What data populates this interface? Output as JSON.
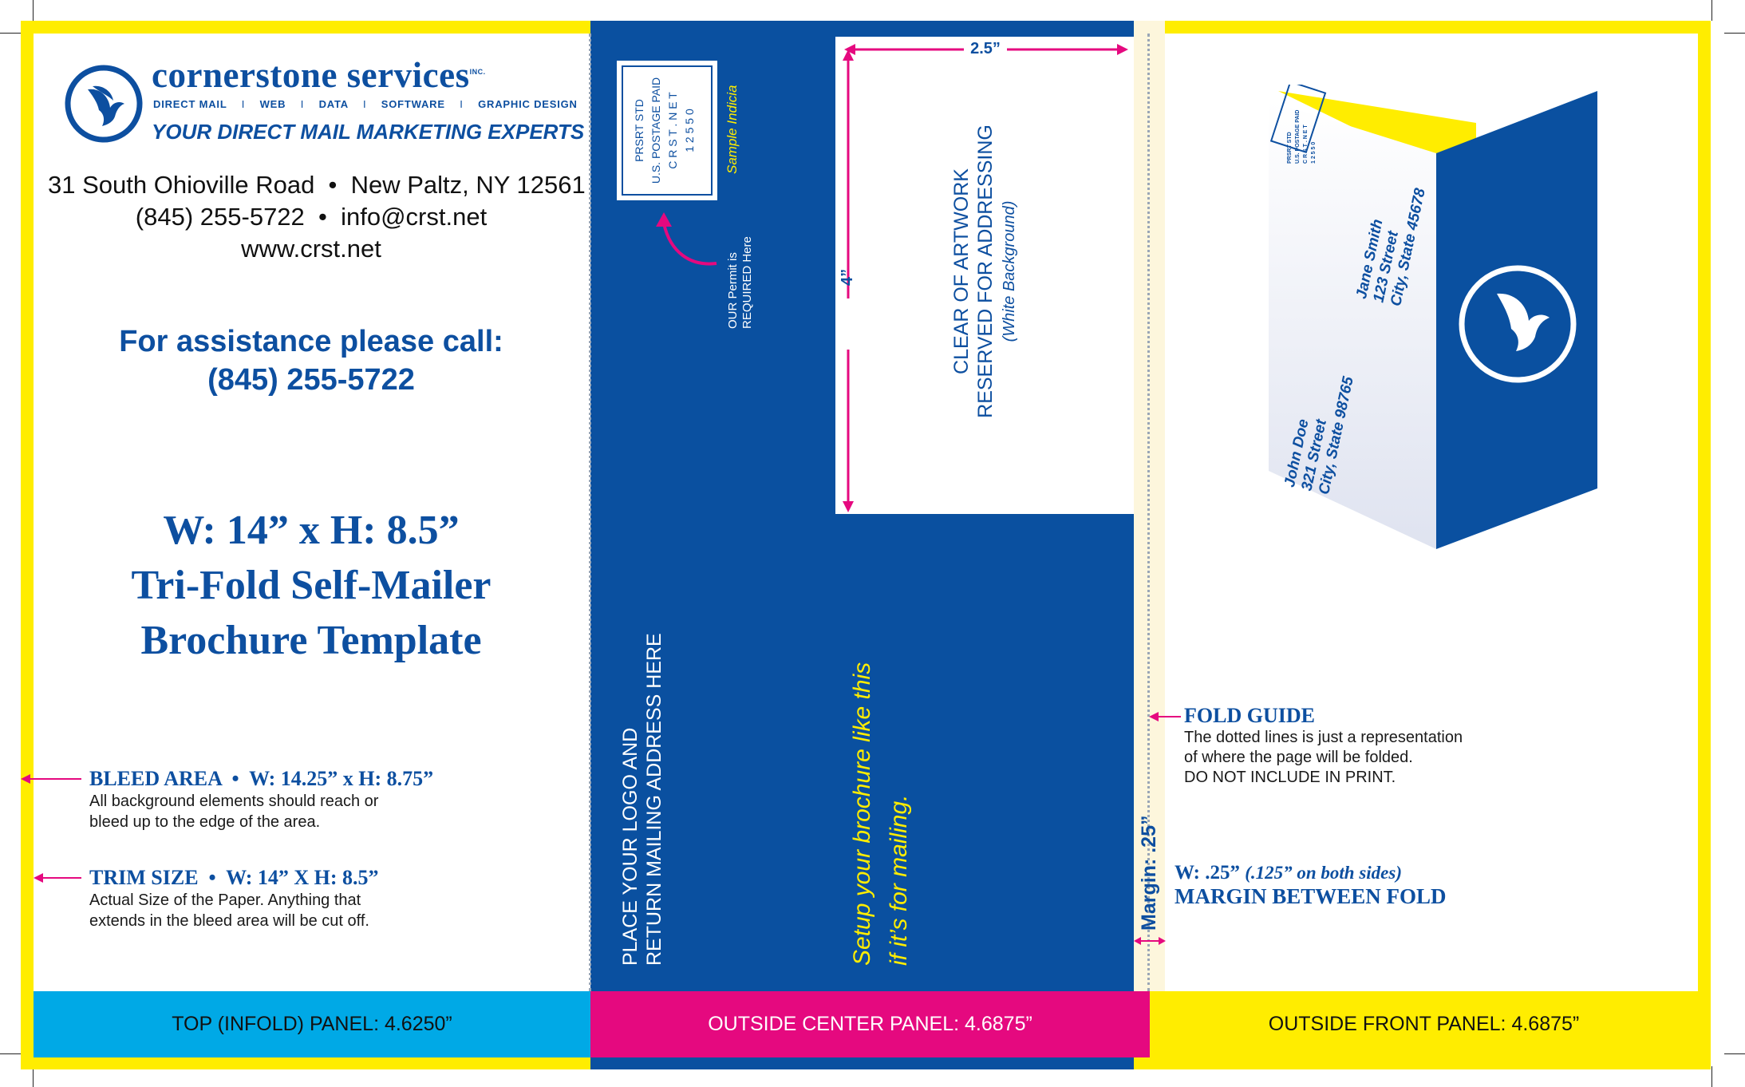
{
  "brand": {
    "name": "cornerstone services",
    "inc": "INC.",
    "services": [
      "DIRECT MAIL",
      "WEB",
      "DATA",
      "SOFTWARE",
      "GRAPHIC DESIGN"
    ],
    "separator": "I",
    "tagline": "YOUR DIRECT MAIL MARKETING EXPERTS"
  },
  "contact": {
    "address_line": "31 South Ohioville Road  •  New Paltz, NY 12561",
    "phone_email_line": "(845) 255-5722  •  info@crst.net",
    "website": "www.crst.net"
  },
  "assistance": {
    "label": "For assistance please call:",
    "phone": "(845) 255-5722"
  },
  "template_title": {
    "line1": "W: 14” x H: 8.5”",
    "line2": "Tri-Fold Self-Mailer",
    "line3": "Brochure Template"
  },
  "bleed": {
    "title": "BLEED AREA  •  W: 14.25” x H: 8.75”",
    "desc1": "All background elements should reach or",
    "desc2": "bleed up to the edge of the area."
  },
  "trim": {
    "title": "TRIM SIZE  •  W: 14” X H: 8.5”",
    "desc1": "Actual Size of the Paper. Anything that",
    "desc2": "extends in the bleed area will be cut off."
  },
  "indicia": {
    "line1": "PRSRT STD",
    "line2": "U.S. POSTAGE PAID",
    "line3": "C R S T . N E T",
    "line4": "1 2 5 5 0",
    "sample_label": "Sample Indicia",
    "permit_line1": "OUR Permit is",
    "permit_line2": "REQUIRED Here"
  },
  "address_area": {
    "width_label": "2.5”",
    "height_label": "4”",
    "line1": "CLEAR OF ARTWORK",
    "line2": "RESERVED FOR ADDRESSING",
    "line3": "(White Background)"
  },
  "center_panel": {
    "logo_line1": "PLACE YOUR LOGO AND",
    "logo_line2": "RETURN MAILING ADDRESS HERE",
    "setup_line1": "Setup your brochure like this",
    "setup_line2": "if it’s for mailing."
  },
  "margin_label": "Margin: .25”",
  "mockup": {
    "recipient": [
      "Jane Smith",
      "123 Street",
      "City, State 45678"
    ],
    "sender": [
      "John Doe",
      "321 Street",
      "City, State 98765"
    ],
    "indicia": [
      "PRSRT STD",
      "U.S. POSTAGE PAID",
      "C R S T . N E T",
      "1 2 5 5 0"
    ]
  },
  "fold_guide": {
    "title": "FOLD GUIDE",
    "desc1": "The dotted lines is just a representation",
    "desc2": "of where the page will be folded.",
    "desc3": "DO NOT INCLUDE IN PRINT."
  },
  "fold_margin": {
    "line1_a": "W: .25”",
    "line1_b": "(.125” on both sides)",
    "line2": "MARGIN BETWEEN FOLD"
  },
  "panels": {
    "top": "TOP (INFOLD) PANEL: 4.6250”",
    "center": "OUTSIDE CENTER PANEL: 4.6875”",
    "front": "OUTSIDE FRONT PANEL: 4.6875”"
  },
  "colors": {
    "brand_blue": "#0d4fa0",
    "panel_blue": "#0a50a0",
    "yellow": "#ffed00",
    "magenta": "#e5097f",
    "cyan": "#00a9e6",
    "cream": "#fdf6dc"
  },
  "icons": [
    "griffin-logo-icon",
    "arrow-left-icon",
    "curved-arrow-icon",
    "double-arrow-icon"
  ]
}
